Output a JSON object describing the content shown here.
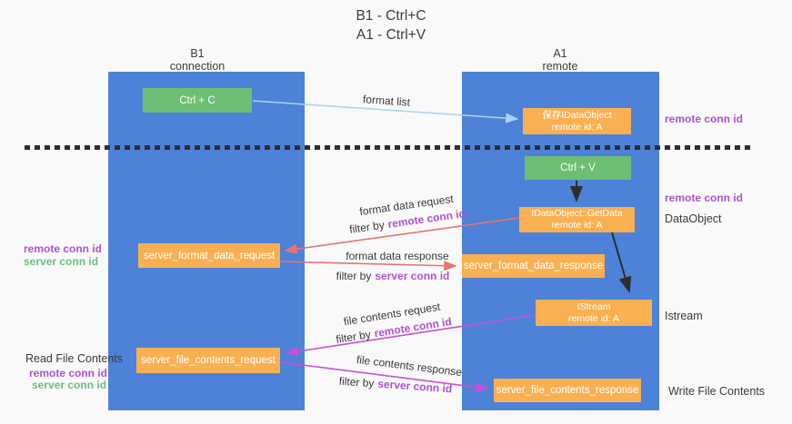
{
  "title": {
    "line1": "B1 - Ctrl+C",
    "line2": "A1 - Ctrl+V"
  },
  "lanes": {
    "left": {
      "name": "B1",
      "role": "connection"
    },
    "right": {
      "name": "A1",
      "role": "remote"
    }
  },
  "boxes": {
    "ctrl_c": "Ctrl + C",
    "ctrl_v": "Ctrl + V",
    "save_idataobject": {
      "line1": "保存IDataObject",
      "line2": "remote id: A"
    },
    "getdata": {
      "line1": "IDataObject::GetData",
      "line2": "remote id: A"
    },
    "istream": {
      "line1": "IStream",
      "line2": "remote id: A"
    },
    "format_request": "server_format_data_request",
    "format_response": "server_format_data_response",
    "file_request": "server_file_contents_request",
    "file_response": "server_file_contents_response"
  },
  "flow_labels": {
    "format_list": "format list",
    "format_data_request": "format data request",
    "format_data_response": "format data response",
    "file_contents_request": "file contents request",
    "file_contents_response": "file contents response",
    "filter_by": "filter by",
    "remote_conn_id": "remote conn id",
    "server_conn_id": "server conn id"
  },
  "side_labels": {
    "clipboard_remote": "remote conn id",
    "paste_remote": "remote conn id",
    "dataobject": "DataObject",
    "istream": "Istream",
    "write_file_contents": "Write File Contents",
    "format_remote": "remote conn id",
    "format_server": "server conn id",
    "read_file_contents": "Read File Contents",
    "file_remote": "remote conn id",
    "file_server": "server conn id"
  },
  "colors": {
    "lane_blue": "#4d82d8",
    "box_orange": "#f9b052",
    "box_green": "#6dbf73",
    "arrow_lightblue": "#a9d4f2",
    "arrow_red": "#e8736f",
    "arrow_magenta": "#c750d4",
    "arrow_black": "#2e2e2e",
    "text_purple": "#ae53cc",
    "text_green": "#6cbf7c"
  }
}
